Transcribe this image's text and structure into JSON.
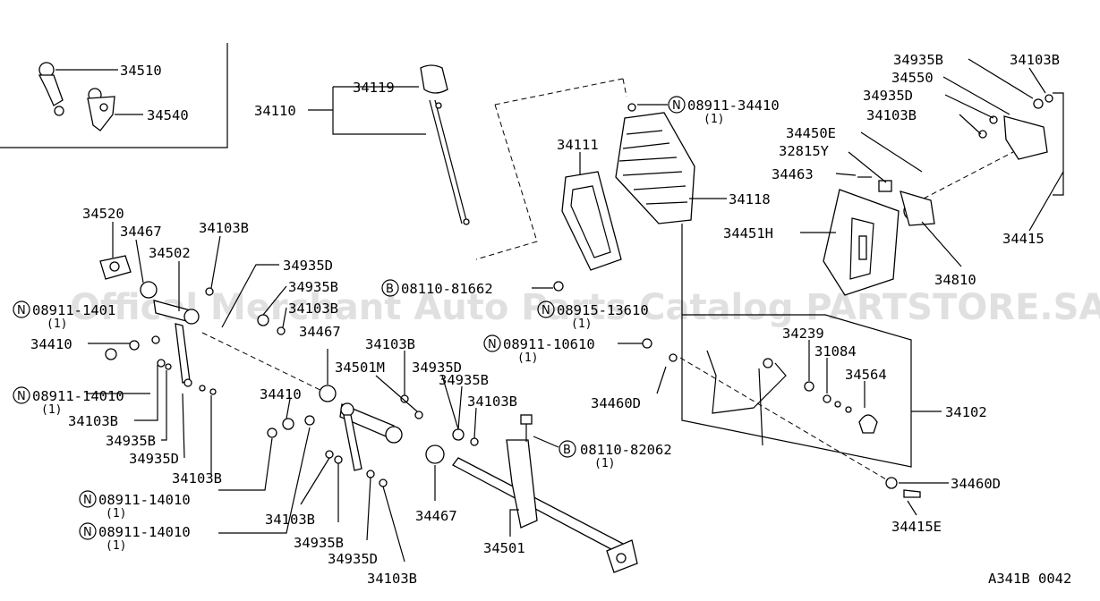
{
  "watermark": "Offical Merchant Auto Parts Catalog PARTSTORE.SA",
  "figure_code": "A341B 0042",
  "inset": {
    "labels": [
      "34510",
      "34540"
    ]
  },
  "labels": {
    "p34110": "34110",
    "p34119": "34119",
    "p34111": "34111",
    "p34118": "34118",
    "n08911_34410": "08911-34410",
    "n08911_34410_qty": "(1)",
    "p34935B_a": "34935B",
    "p34103B_a": "34103B",
    "p34550": "34550",
    "p34935D_a": "34935D",
    "p34103B_b": "34103B",
    "p34450E": "34450E",
    "p32815Y": "32815Y",
    "p34463": "34463",
    "p34451H": "34451H",
    "p34415": "34415",
    "p34810": "34810",
    "p34520": "34520",
    "p34467_a": "34467",
    "p34502": "34502",
    "p34103B_c": "34103B",
    "p34935D_b": "34935D",
    "p34935B_b": "34935B",
    "p34103B_d": "34103B",
    "n08911_14010_a": "08911-1401",
    "n08911_14010_a_qty": "(1)",
    "p34410_a": "34410",
    "n08911_14010_b": "08911-14010",
    "n08911_14010_b_qty": "(1)",
    "p34103B_e": "34103B",
    "p34935B_c": "34935B",
    "p34935D_c": "34935D",
    "p34103B_f": "34103B",
    "b08110_81662": "08110-81662",
    "n08915_13610": "08915-13610",
    "n08915_13610_qty": "(1)",
    "n08911_10610": "08911-10610",
    "n08911_10610_qty": "(1)",
    "p34239": "34239",
    "p31084": "31084",
    "p34564": "34564",
    "p34102": "34102",
    "p34467_b": "34467",
    "p34103B_g": "34103B",
    "p34501M": "34501M",
    "p34935D_d": "34935D",
    "p34935B_d": "34935B",
    "p34103B_h": "34103B",
    "p34460D_a": "34460D",
    "p34410_b": "34410",
    "b08110_82062": "08110-82062",
    "b08110_82062_qty": "(1)",
    "p34460D_b": "34460D",
    "p34415E": "34415E",
    "n08911_14010_c": "08911-14010",
    "n08911_14010_c_qty": "(1)",
    "n08911_14010_d": "08911-14010",
    "n08911_14010_d_qty": "(1)",
    "p34103B_i": "34103B",
    "p34935B_e": "34935B",
    "p34935D_e": "34935D",
    "p34103B_j": "34103B",
    "p34467_c": "34467",
    "p34501": "34501"
  },
  "markers": {
    "nut": "N",
    "bolt": "B"
  }
}
